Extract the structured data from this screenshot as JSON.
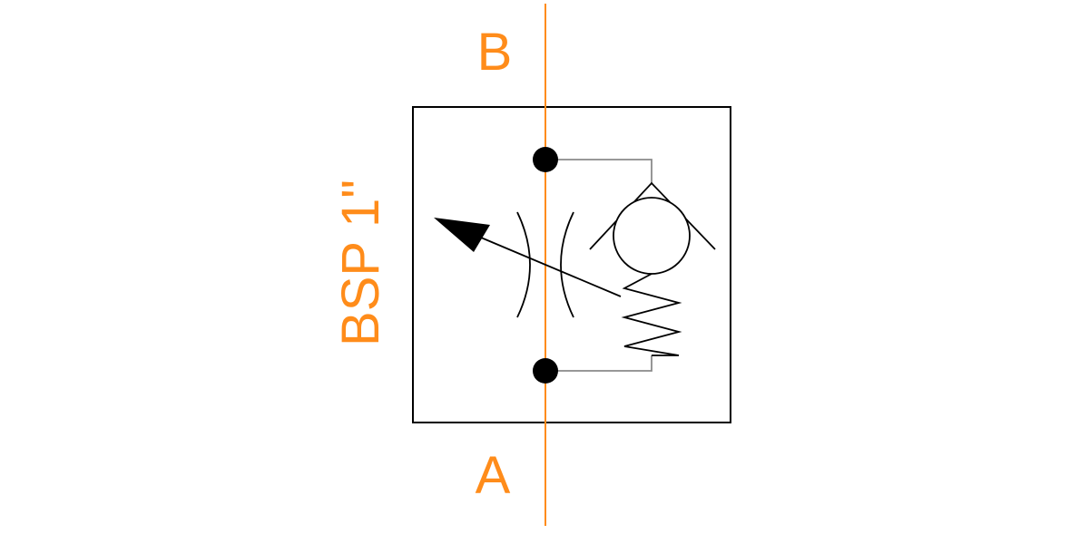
{
  "diagram": {
    "port_top_label": "B",
    "port_bottom_label": "A",
    "size_label": "BSP 1\""
  },
  "colors": {
    "accent": "#ff8c1a",
    "line": "#000000",
    "wire": "#8a8a8a",
    "background": "#ffffff"
  }
}
